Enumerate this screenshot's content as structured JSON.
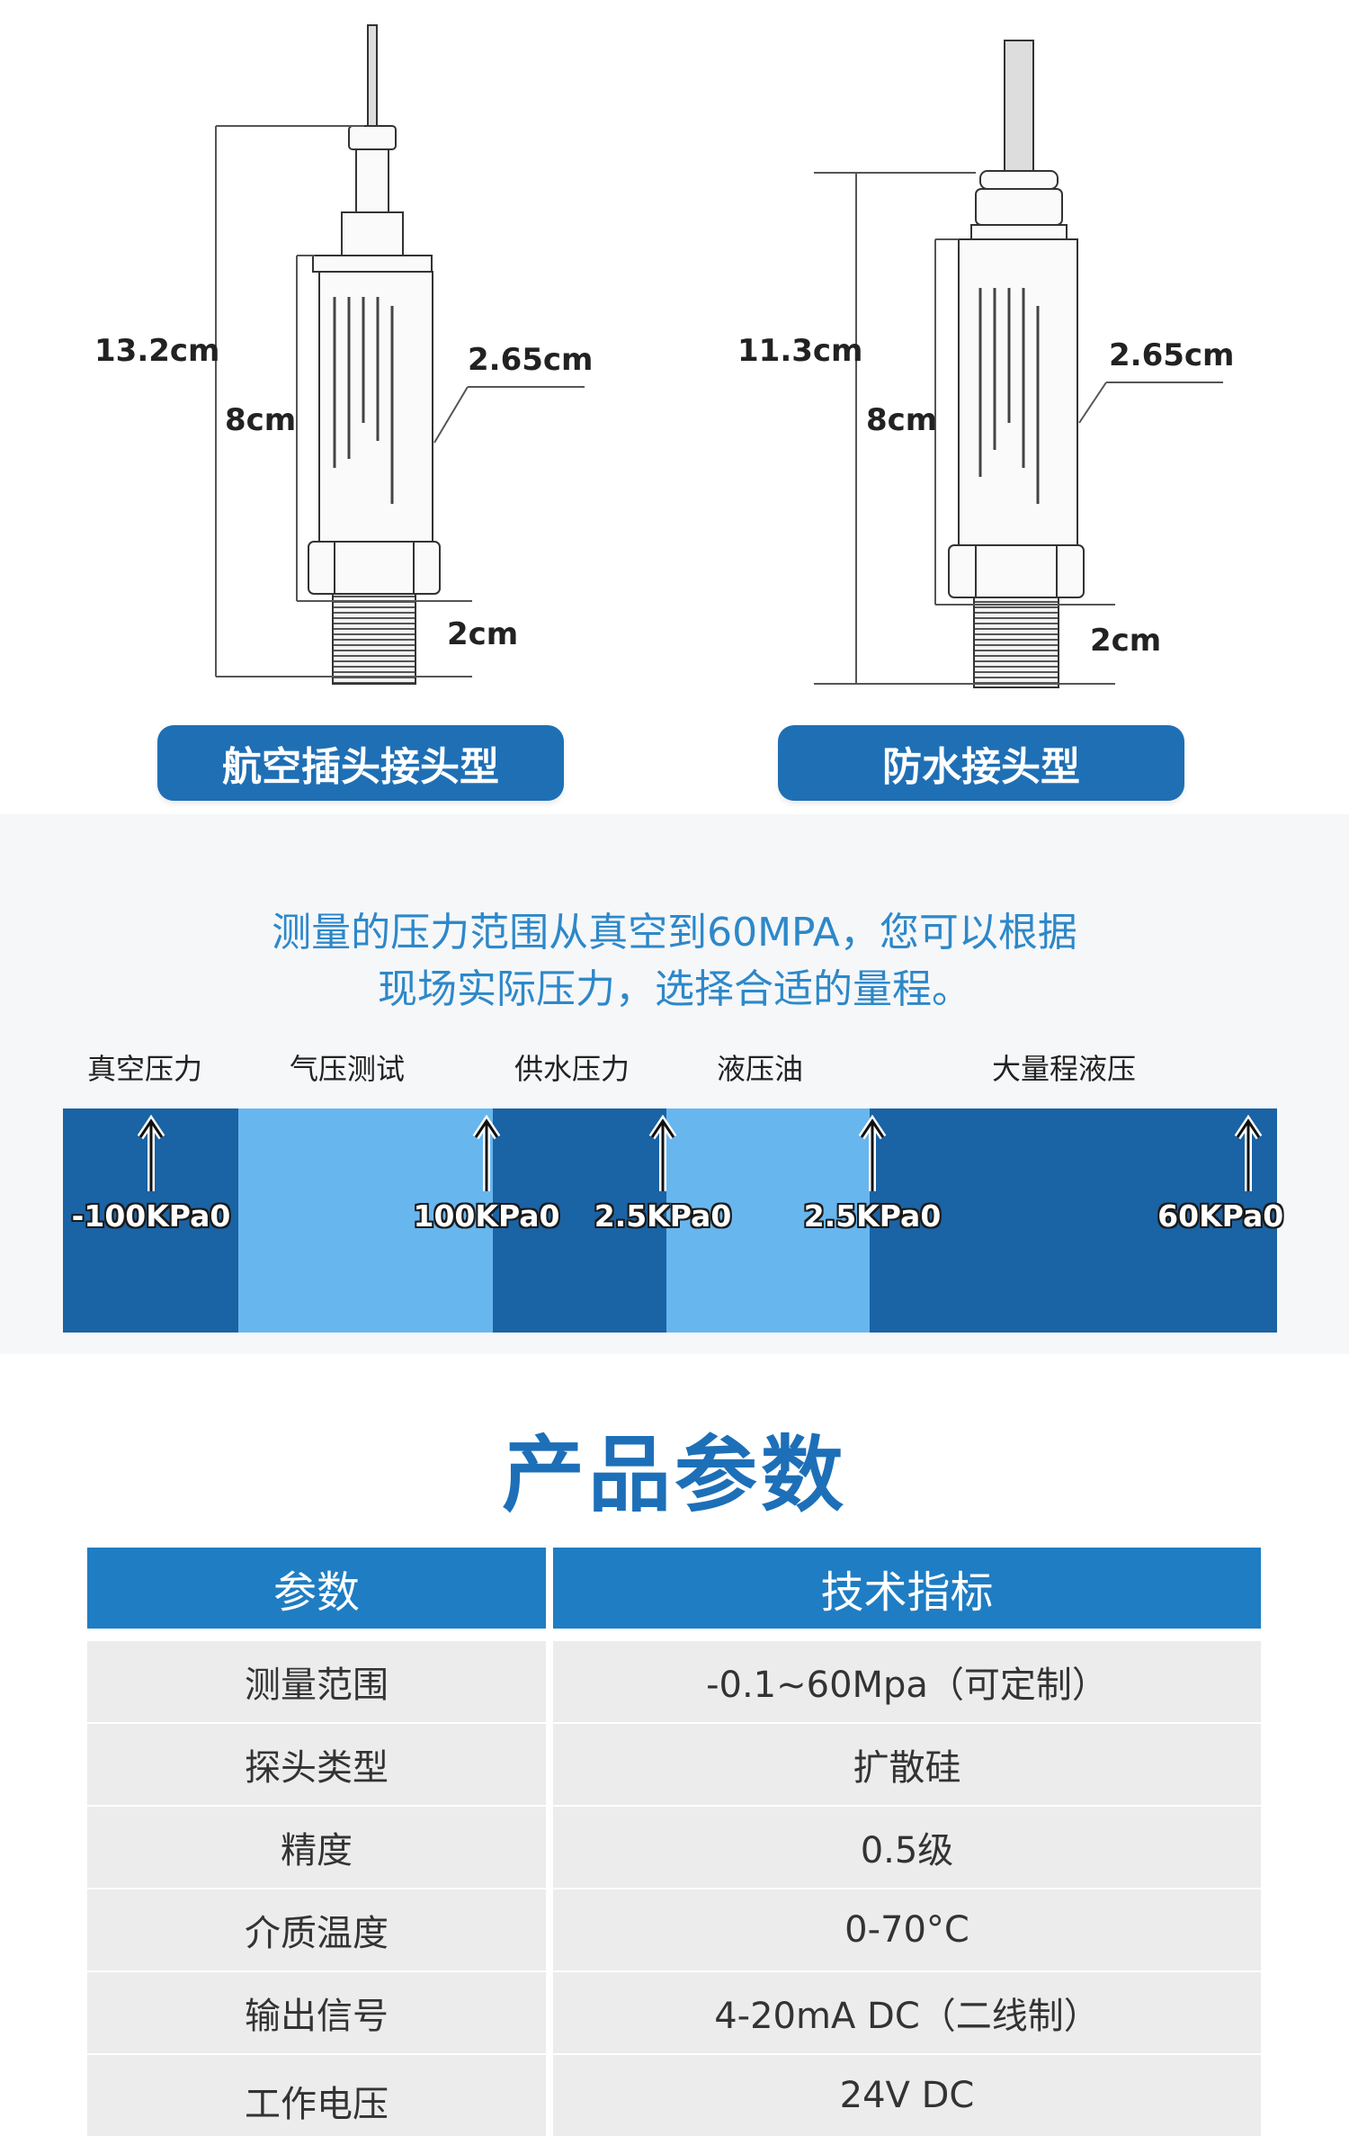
{
  "products": [
    {
      "name": "航空插头接头型",
      "dims": {
        "total": "13.2cm",
        "body": "8cm",
        "diameter": "2.65cm",
        "thread": "2cm"
      }
    },
    {
      "name": "防水接头型",
      "dims": {
        "total": "11.3cm",
        "body": "8cm",
        "diameter": "2.65cm",
        "thread": "2cm"
      }
    }
  ],
  "range": {
    "intro_line1": "测量的压力范围从真空到60MPA，您可以根据",
    "intro_line2": "现场实际压力，选择合适的量程。",
    "categories": [
      "真空压力",
      "气压测试",
      "供水压力",
      "液压油",
      "大量程液压"
    ],
    "markers": [
      "-100KPa0",
      "100KPa0",
      "2.5KPa0",
      "2.5KPa0",
      "60KPa0"
    ],
    "colors": {
      "dark": "#1a63a5",
      "light": "#68b6ee"
    }
  },
  "params": {
    "title": "产品参数",
    "headers": [
      "参数",
      "技术指标"
    ],
    "rows": [
      [
        "测量范围",
        "-0.1~60Mpa（可定制）"
      ],
      [
        "探头类型",
        "扩散硅"
      ],
      [
        "精度",
        "0.5级"
      ],
      [
        "介质温度",
        "0-70°C"
      ],
      [
        "输出信号",
        "4-20mA DC（二线制）"
      ],
      [
        "工作电压",
        "24V DC"
      ]
    ]
  }
}
